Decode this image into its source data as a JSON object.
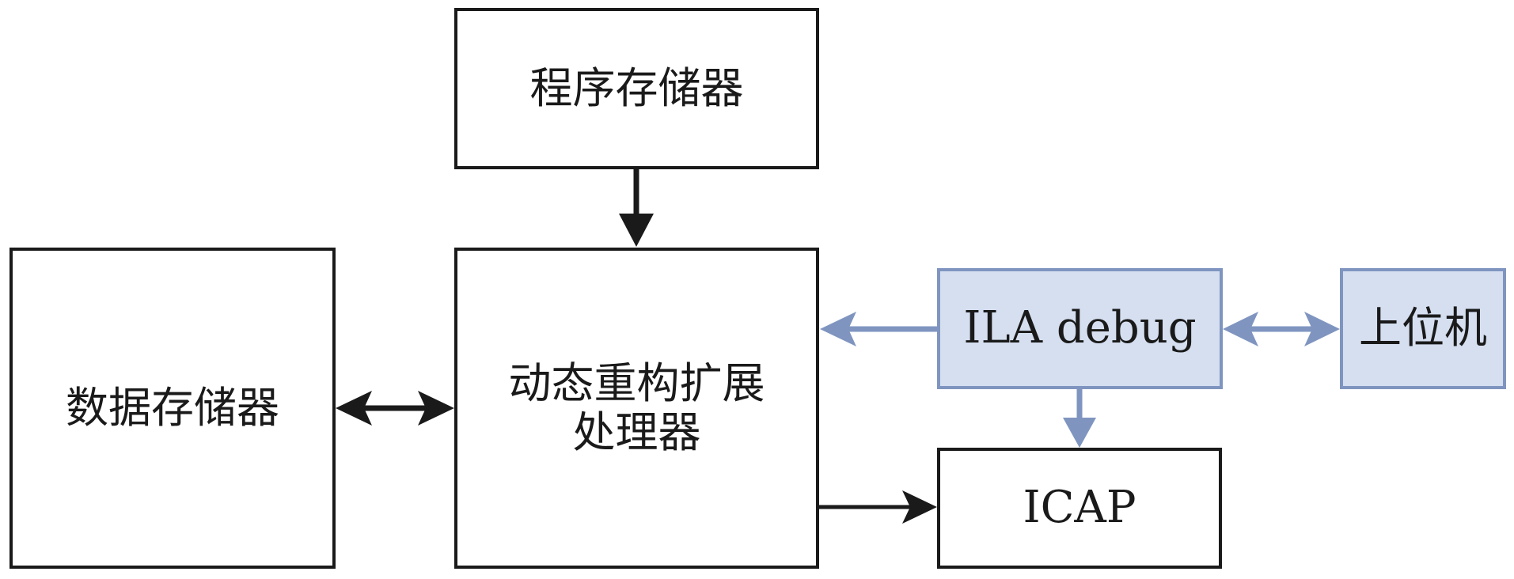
{
  "nodes": {
    "program_memory": "程序存储器",
    "data_memory": "数据存储器",
    "processor_line1": "动态重构扩展",
    "processor_line2": "处理器",
    "ila_debug": "ILA debug",
    "host": "上位机",
    "icap": "ICAP"
  },
  "edges": [
    {
      "from": "程序存储器",
      "to": "动态重构扩展处理器",
      "direction": "one-way",
      "color": "#1a1a1a"
    },
    {
      "from": "数据存储器",
      "to": "动态重构扩展处理器",
      "direction": "bidirectional",
      "color": "#1a1a1a"
    },
    {
      "from": "动态重构扩展处理器",
      "to": "ICAP",
      "direction": "one-way",
      "color": "#1a1a1a"
    },
    {
      "from": "ILA debug",
      "to": "动态重构扩展处理器",
      "direction": "one-way",
      "color": "#7f95c0"
    },
    {
      "from": "ILA debug",
      "to": "上位机",
      "direction": "bidirectional",
      "color": "#7f95c0"
    },
    {
      "from": "ILA debug",
      "to": "ICAP",
      "direction": "one-way",
      "color": "#7f95c0"
    }
  ],
  "colors": {
    "line_dark": "#1a1a1a",
    "blue_fill": "#d5dff0",
    "blue_border": "#7f95c0"
  }
}
